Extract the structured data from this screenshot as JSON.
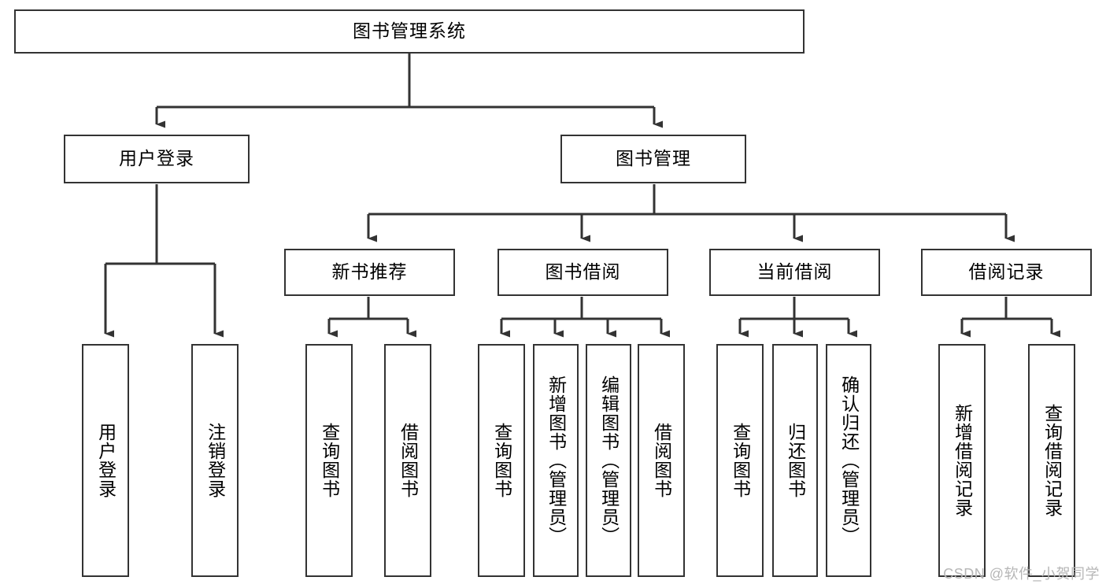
{
  "diagram": {
    "title_node": {
      "label": "图书管理系统"
    },
    "level2": [
      {
        "id": "user-login",
        "label": "用户登录"
      },
      {
        "id": "book-management",
        "label": "图书管理"
      }
    ],
    "level3": [
      {
        "id": "new-book-recommend",
        "label": "新书推荐"
      },
      {
        "id": "book-borrow",
        "label": "图书借阅"
      },
      {
        "id": "current-borrow",
        "label": "当前借阅"
      },
      {
        "id": "borrow-record",
        "label": "借阅记录"
      }
    ],
    "leaves": [
      {
        "id": "leaf-user-login",
        "label": "用户登录"
      },
      {
        "id": "leaf-logout-login",
        "label": "注销登录"
      },
      {
        "id": "leaf-query-book-1",
        "label": "查询图书"
      },
      {
        "id": "leaf-borrow-book-1",
        "label": "借阅图书"
      },
      {
        "id": "leaf-query-book-2",
        "label": "查询图书"
      },
      {
        "id": "leaf-add-book-admin",
        "label": "新增图书（管理员）"
      },
      {
        "id": "leaf-edit-book-admin",
        "label": "编辑图书（管理员）"
      },
      {
        "id": "leaf-borrow-book-2",
        "label": "借阅图书"
      },
      {
        "id": "leaf-query-book-3",
        "label": "查询图书"
      },
      {
        "id": "leaf-return-book",
        "label": "归还图书"
      },
      {
        "id": "leaf-confirm-return-admin",
        "label": "确认归还（管理员）"
      },
      {
        "id": "leaf-add-borrow-record",
        "label": "新增借阅记录"
      },
      {
        "id": "leaf-query-borrow-record",
        "label": "查询借阅记录"
      }
    ],
    "watermark": "CSDN @软件_小贺同学",
    "colors": {
      "border": "#333333",
      "background": "#ffffff",
      "text": "#000000",
      "watermark": "#b6b6b6"
    }
  },
  "chart_data": {
    "type": "diagram",
    "diagram_kind": "tree-hierarchy",
    "title": "图书管理系统",
    "nodes": [
      {
        "id": "root",
        "label": "图书管理系统",
        "level": 0
      },
      {
        "id": "user-login",
        "label": "用户登录",
        "level": 1
      },
      {
        "id": "book-management",
        "label": "图书管理",
        "level": 1
      },
      {
        "id": "new-book-recommend",
        "label": "新书推荐",
        "level": 2
      },
      {
        "id": "book-borrow",
        "label": "图书借阅",
        "level": 2
      },
      {
        "id": "current-borrow",
        "label": "当前借阅",
        "level": 2
      },
      {
        "id": "borrow-record",
        "label": "借阅记录",
        "level": 2
      },
      {
        "id": "leaf-user-login",
        "label": "用户登录",
        "level": 3
      },
      {
        "id": "leaf-logout-login",
        "label": "注销登录",
        "level": 3
      },
      {
        "id": "leaf-query-book-1",
        "label": "查询图书",
        "level": 3
      },
      {
        "id": "leaf-borrow-book-1",
        "label": "借阅图书",
        "level": 3
      },
      {
        "id": "leaf-query-book-2",
        "label": "查询图书",
        "level": 3
      },
      {
        "id": "leaf-add-book-admin",
        "label": "新增图书（管理员）",
        "level": 3
      },
      {
        "id": "leaf-edit-book-admin",
        "label": "编辑图书（管理员）",
        "level": 3
      },
      {
        "id": "leaf-borrow-book-2",
        "label": "借阅图书",
        "level": 3
      },
      {
        "id": "leaf-query-book-3",
        "label": "查询图书",
        "level": 3
      },
      {
        "id": "leaf-return-book",
        "label": "归还图书",
        "level": 3
      },
      {
        "id": "leaf-confirm-return-admin",
        "label": "确认归还（管理员）",
        "level": 3
      },
      {
        "id": "leaf-add-borrow-record",
        "label": "新增借阅记录",
        "level": 3
      },
      {
        "id": "leaf-query-borrow-record",
        "label": "查询借阅记录",
        "level": 3
      }
    ],
    "edges": [
      {
        "from": "root",
        "to": "user-login"
      },
      {
        "from": "root",
        "to": "book-management"
      },
      {
        "from": "user-login",
        "to": "leaf-user-login"
      },
      {
        "from": "user-login",
        "to": "leaf-logout-login"
      },
      {
        "from": "book-management",
        "to": "new-book-recommend"
      },
      {
        "from": "book-management",
        "to": "book-borrow"
      },
      {
        "from": "book-management",
        "to": "current-borrow"
      },
      {
        "from": "book-management",
        "to": "borrow-record"
      },
      {
        "from": "new-book-recommend",
        "to": "leaf-query-book-1"
      },
      {
        "from": "new-book-recommend",
        "to": "leaf-borrow-book-1"
      },
      {
        "from": "book-borrow",
        "to": "leaf-query-book-2"
      },
      {
        "from": "book-borrow",
        "to": "leaf-add-book-admin"
      },
      {
        "from": "book-borrow",
        "to": "leaf-edit-book-admin"
      },
      {
        "from": "book-borrow",
        "to": "leaf-borrow-book-2"
      },
      {
        "from": "current-borrow",
        "to": "leaf-query-book-3"
      },
      {
        "from": "current-borrow",
        "to": "leaf-return-book"
      },
      {
        "from": "current-borrow",
        "to": "leaf-confirm-return-admin"
      },
      {
        "from": "borrow-record",
        "to": "leaf-add-borrow-record"
      },
      {
        "from": "borrow-record",
        "to": "leaf-query-borrow-record"
      }
    ]
  }
}
